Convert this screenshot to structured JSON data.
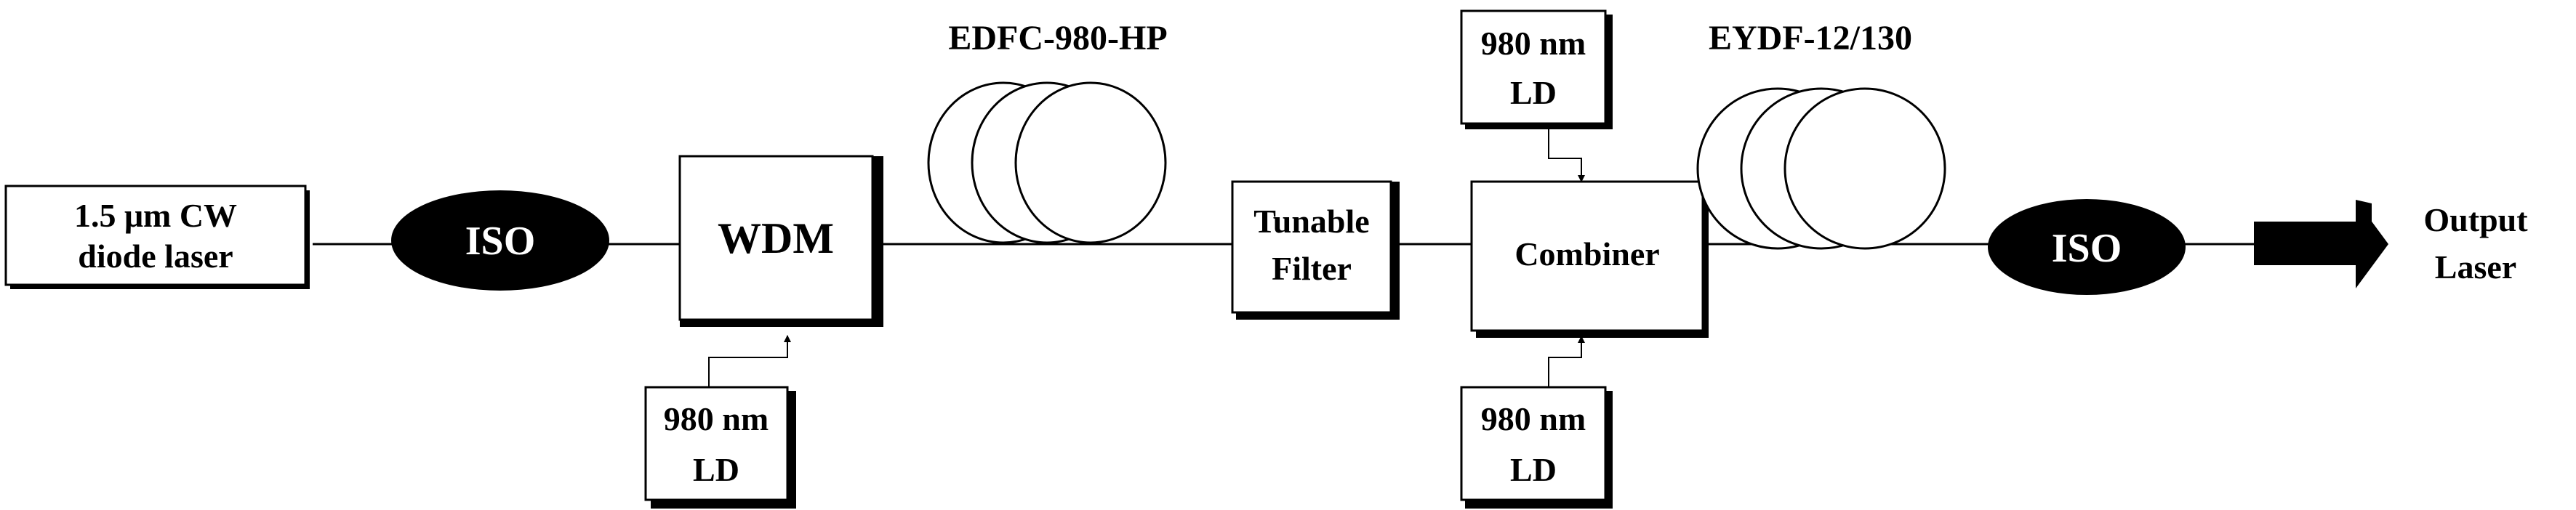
{
  "colors": {
    "ink": "#000000",
    "paper": "#ffffff",
    "shadow": "#000000"
  },
  "seed_laser": {
    "line1": "1.5 μm CW",
    "line2": "diode laser"
  },
  "isolator_1": {
    "label": "ISO"
  },
  "wdm": {
    "label": "WDM"
  },
  "pump_wdm": {
    "line1": "980 nm",
    "line2": "LD"
  },
  "edf_fiber": {
    "label": "EDFC-980-HP"
  },
  "tunable_filter": {
    "line1": "Tunable",
    "line2": "Filter"
  },
  "pump_top": {
    "line1": "980 nm",
    "line2": "LD"
  },
  "combiner": {
    "label": "Combiner"
  },
  "pump_bottom": {
    "line1": "980 nm",
    "line2": "LD"
  },
  "eydf_fiber": {
    "label": "EYDF-12/130"
  },
  "isolator_2": {
    "label": "ISO"
  },
  "output": {
    "line1": "Output",
    "line2": "Laser",
    "icon": "output-arrow-icon"
  }
}
